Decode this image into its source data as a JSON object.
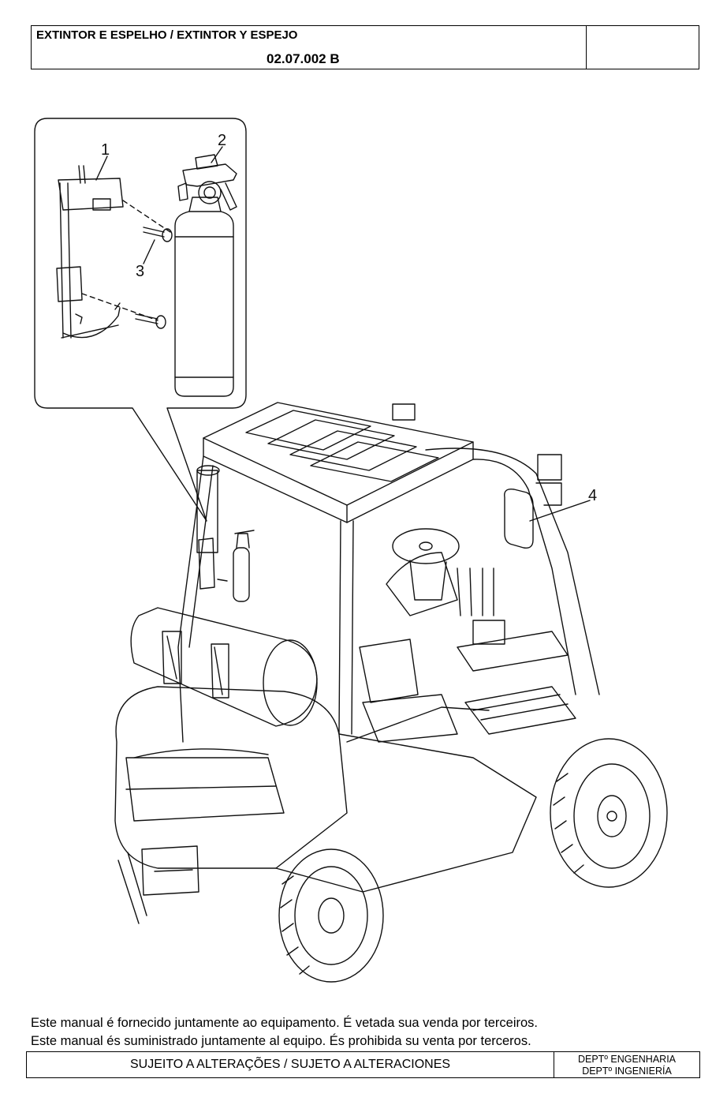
{
  "header": {
    "title": "EXTINTOR E ESPELHO / EXTINTOR Y ESPEJO",
    "code": "02.07.002 B"
  },
  "figure": {
    "callouts": [
      "1",
      "2",
      "3",
      "4"
    ]
  },
  "notes": {
    "line1": "Este manual é fornecido juntamente ao equipamento. É vetada sua venda por terceiros.",
    "line2": "Este manual és suministrado juntamente al equipo. És prohibida su venta por terceros."
  },
  "footer": {
    "center": "SUJEITO A ALTERAÇÕES / SUJETO A ALTERACIONES",
    "dept_pt": "DEPTº ENGENHARIA",
    "dept_es": "DEPTº INGENIERÍA"
  }
}
